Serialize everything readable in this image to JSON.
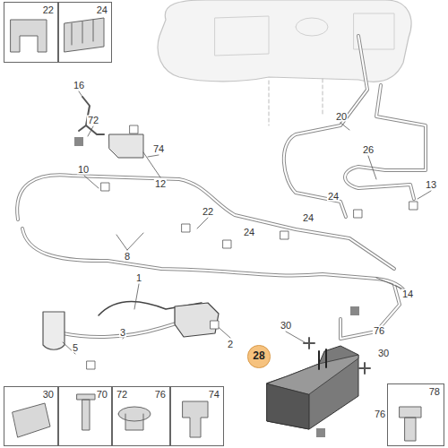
{
  "diagram": {
    "nodes": [
      {
        "text": [
          "22"
        ]
      },
      {
        "text": [
          "24"
        ]
      },
      {
        "text": [
          "28"
        ]
      },
      {
        "text": [
          "30"
        ]
      },
      {
        "text": [
          "70"
        ]
      },
      {
        "text": [
          "72",
          "76"
        ]
      },
      {
        "text": [
          "74"
        ]
      },
      {
        "text": [
          "78"
        ]
      }
    ],
    "labels": [
      "16",
      "72",
      "74",
      "12",
      "10",
      "20",
      "26",
      "13",
      "22",
      "24",
      "24",
      "24",
      "8",
      "1",
      "14",
      "3",
      "5",
      "2",
      "30",
      "76",
      "30",
      "76"
    ]
  }
}
